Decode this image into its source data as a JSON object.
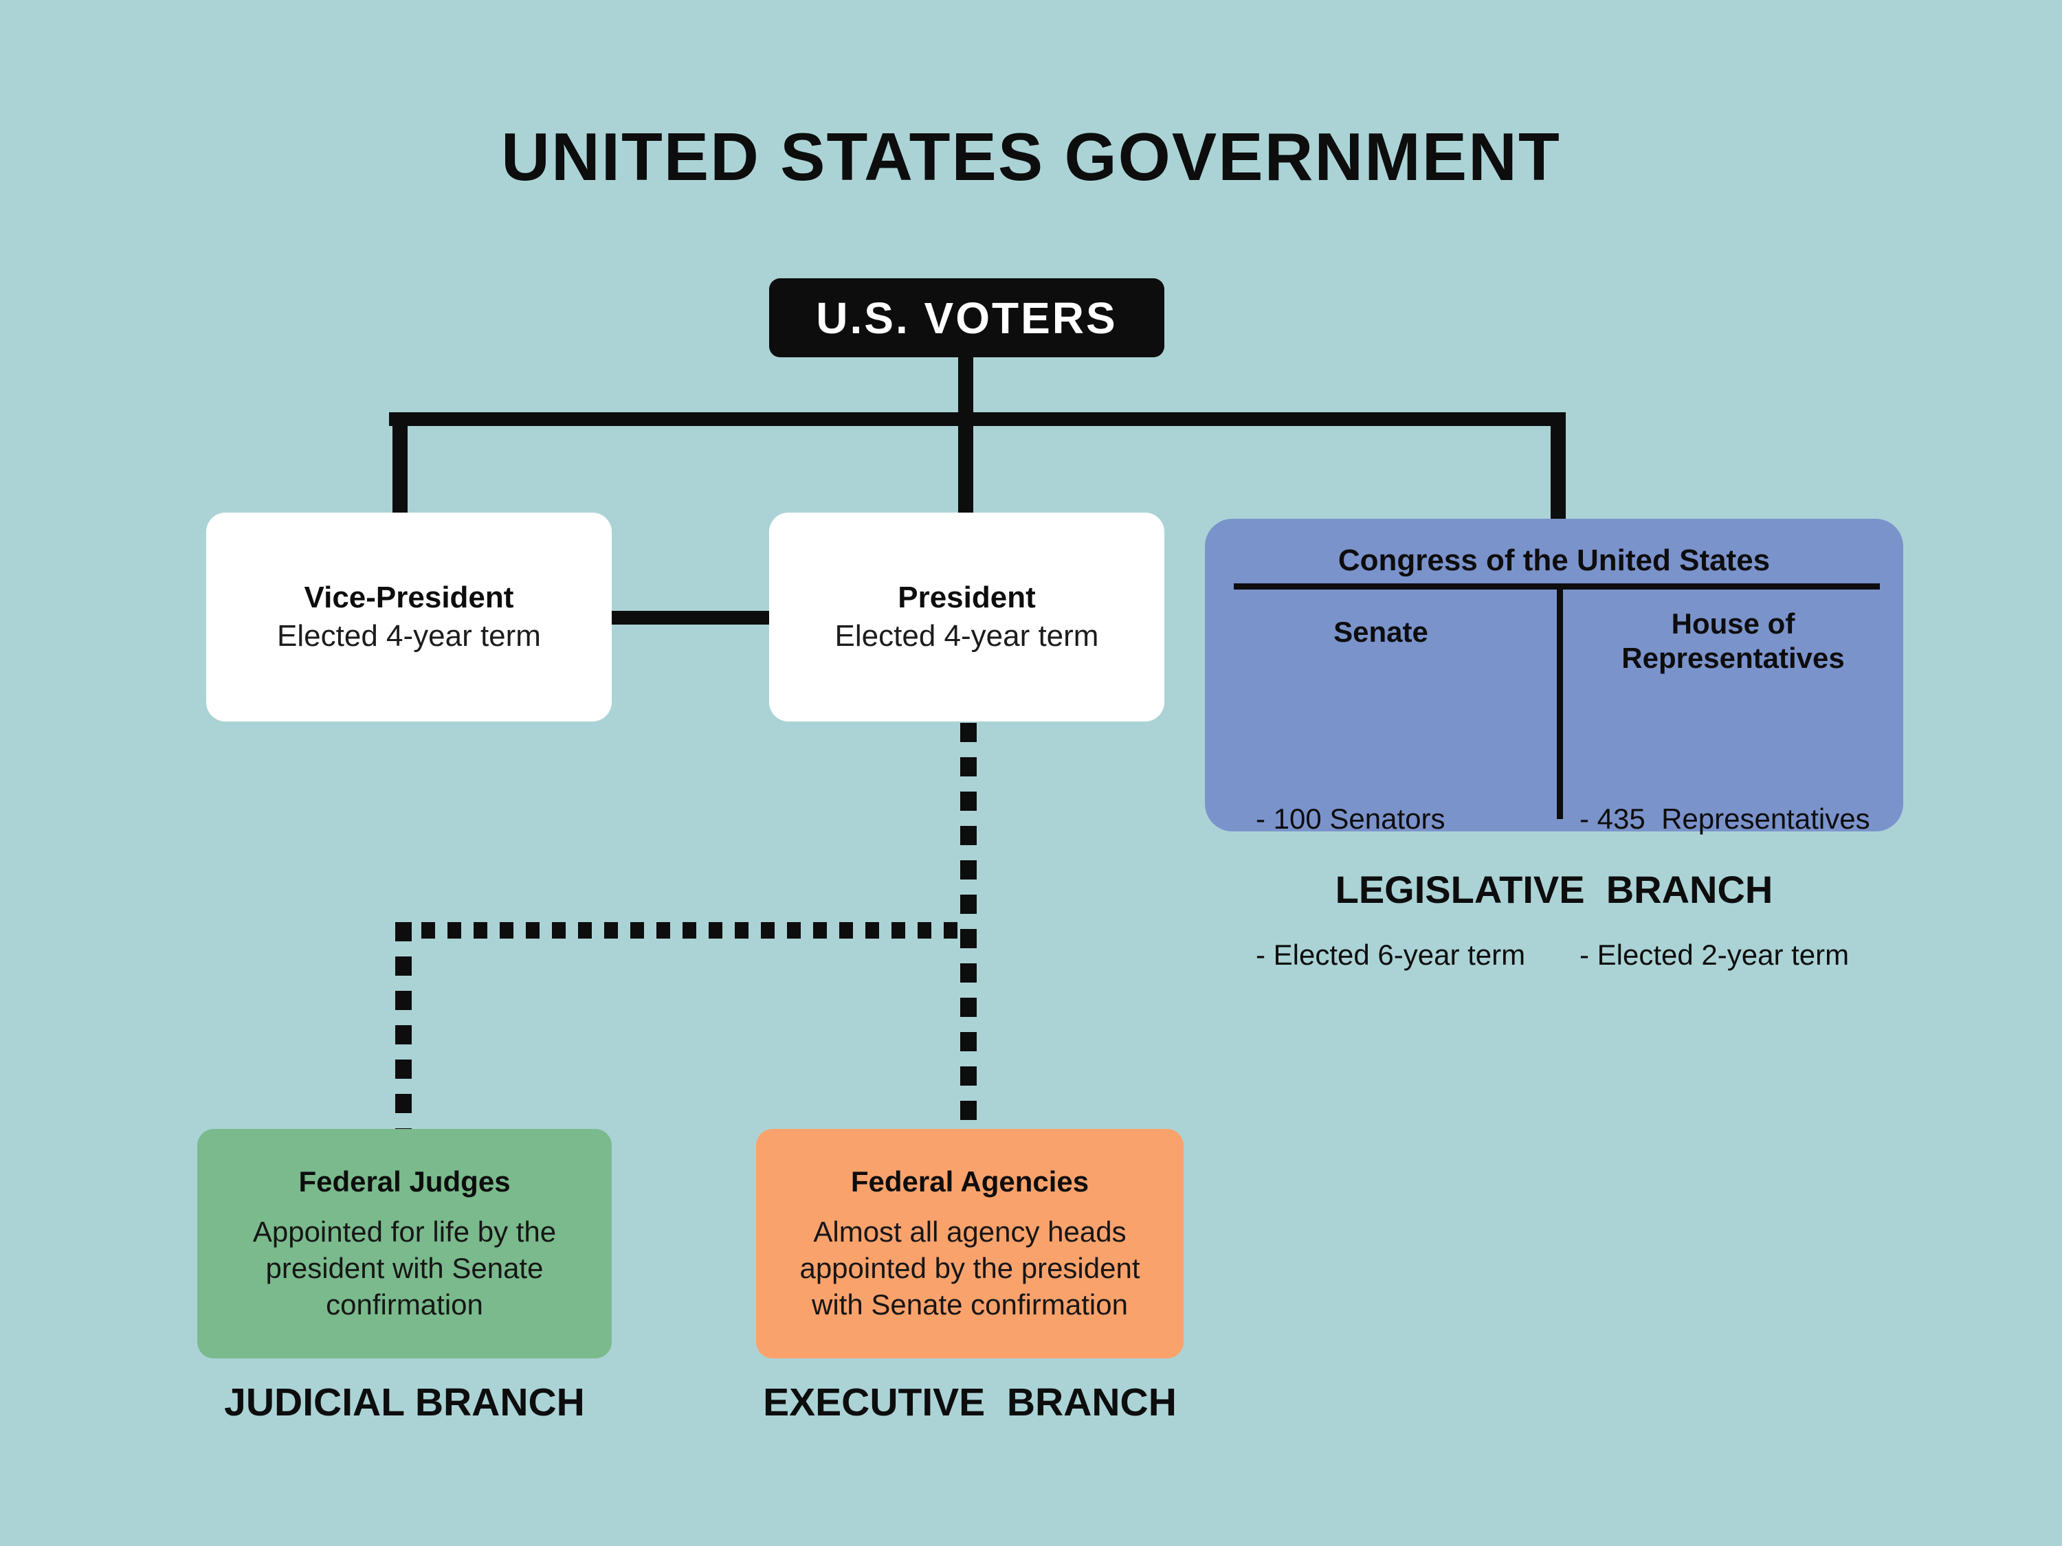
{
  "colors": {
    "background": "#abd3d6",
    "line_black": "#0d0d0d",
    "congress_blue": "#7b93cb",
    "judicial_green": "#7aba8c",
    "executive_orange": "#faa26c",
    "box_white": "#ffffff"
  },
  "title": "UNITED STATES GOVERNMENT",
  "voters": {
    "label": "U.S. VOTERS"
  },
  "vice_president": {
    "heading": "Vice-President",
    "term": "Elected 4-year term"
  },
  "president": {
    "heading": "President",
    "term": "Elected 4-year term"
  },
  "congress": {
    "title": "Congress of the United States",
    "senate": {
      "heading": "Senate",
      "items": [
        "- 100 Senators",
        "- Elected 6-year term"
      ]
    },
    "house": {
      "heading": "House of\nRepresentatives",
      "items": [
        "- 435  Representatives",
        "- Elected 2-year term"
      ]
    }
  },
  "federal_judges": {
    "heading": "Federal Judges",
    "body": "Appointed for life by the\npresident with Senate\nconfirmation"
  },
  "federal_agencies": {
    "heading": "Federal Agencies",
    "body": "Almost all agency heads\nappointed by the president\nwith Senate confirmation"
  },
  "labels": {
    "legislative": "LEGISLATIVE  BRANCH",
    "judicial": "JUDICIAL BRANCH",
    "executive": "EXECUTIVE  BRANCH"
  }
}
